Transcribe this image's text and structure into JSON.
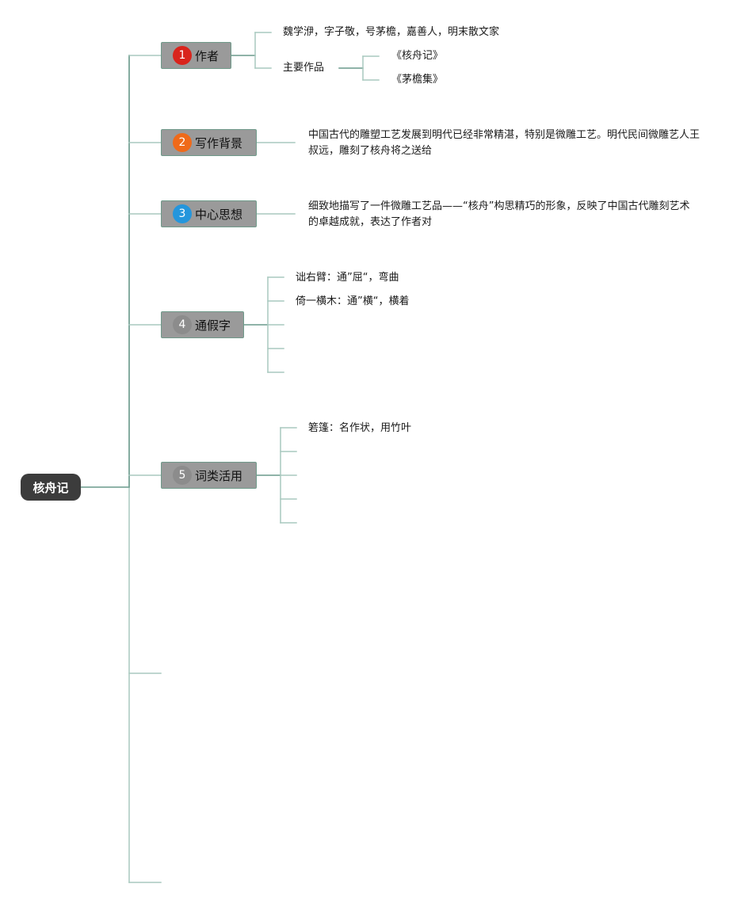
{
  "root": {
    "label": "核舟记"
  },
  "colors": {
    "connector_main": "#6a9a8c",
    "connector_light": "#a9c9bf",
    "branch_fill": "#9a9a9a",
    "root_fill": "#3c3c3c",
    "num_1": "#d9241c",
    "num_2": "#ef6a1a",
    "num_3": "#2496dc",
    "num_4": "#8c8c8c",
    "num_5": "#8c8c8c"
  },
  "branches": [
    {
      "num": "1",
      "label": "作者",
      "children": [
        {
          "text": "魏学洢，字子敬，号茅檐，嘉善人，明末散文家"
        },
        {
          "text": "主要作品",
          "children": [
            "《核舟记》",
            "《茅檐集》"
          ]
        }
      ]
    },
    {
      "num": "2",
      "label": "写作背景",
      "text": "中国古代的雕塑工艺发展到明代已经非常精湛，特别是微雕工艺。明代民间微雕艺人王叔远，雕刻了核舟将之送给"
    },
    {
      "num": "3",
      "label": "中心思想",
      "text": "细致地描写了一件微雕工艺品——“核舟”构思精巧的形象，反映了中国古代雕刻艺术的卓越成就，表达了作者对"
    },
    {
      "num": "4",
      "label": "通假字",
      "children": [
        {
          "text": "诎右臂：通”屈“，弯曲"
        },
        {
          "text": "倚一横木：通”横“，横着"
        }
      ]
    },
    {
      "num": "5",
      "label": "词类活用",
      "children": [
        {
          "text": "箬篷：名作状，用竹叶"
        }
      ]
    }
  ]
}
